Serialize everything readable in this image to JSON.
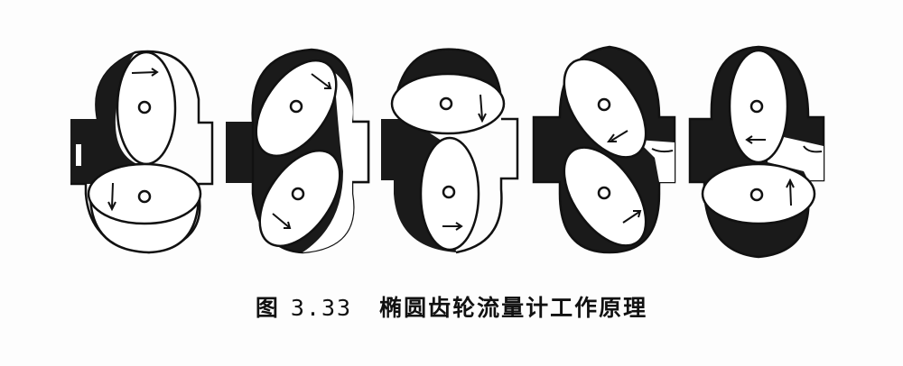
{
  "figure": {
    "caption": {
      "label": "图",
      "number": "3.33",
      "title": "椭圆齿轮流量计工作原理"
    },
    "colors": {
      "background": "#fdfdfd",
      "ink": "#111111",
      "shade": "#1a1a1a",
      "gear_fill": "#ffffff"
    },
    "panels": [
      {
        "id": 1,
        "description": "Upper gear vertical, lower gear horizontal; left chamber filled"
      },
      {
        "id": 2,
        "description": "Both gears tilted, meshing; fluid moves around upper gear"
      },
      {
        "id": 3,
        "description": "Upper gear horizontal, lower gear vertical"
      },
      {
        "id": 4,
        "description": "Gears tilted opposite direction; fluid discharged to right outlet"
      },
      {
        "id": 5,
        "description": "Upper gear vertical, lower gear horizontal; cycle repeats"
      }
    ]
  }
}
